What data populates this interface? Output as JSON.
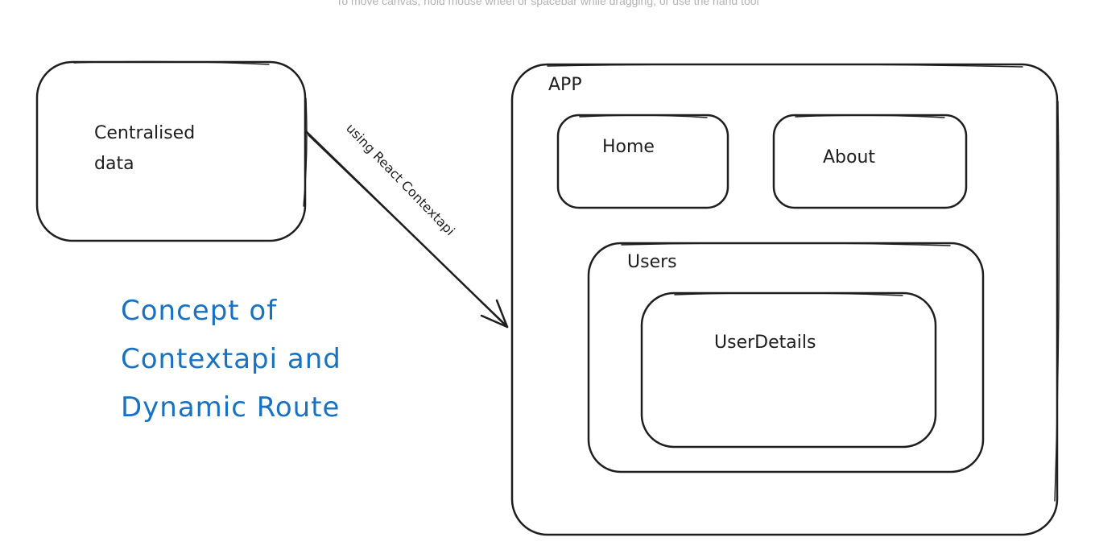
{
  "canvas_hint": "To move canvas, hold mouse wheel or spacebar while dragging, or use the hand tool",
  "nodes": {
    "centralised_data": {
      "line1": "Centralised",
      "line2": "data"
    },
    "app": "APP",
    "home": "Home",
    "about": "About",
    "users": "Users",
    "user_details": "UserDetails"
  },
  "arrow_label": "using React Contextapi",
  "title": {
    "line1": "Concept of",
    "line2": "Contextapi and",
    "line3": "Dynamic Route"
  },
  "colors": {
    "stroke": "#1e1e1e",
    "title": "#1971c2",
    "hint": "#b3b3b3"
  }
}
